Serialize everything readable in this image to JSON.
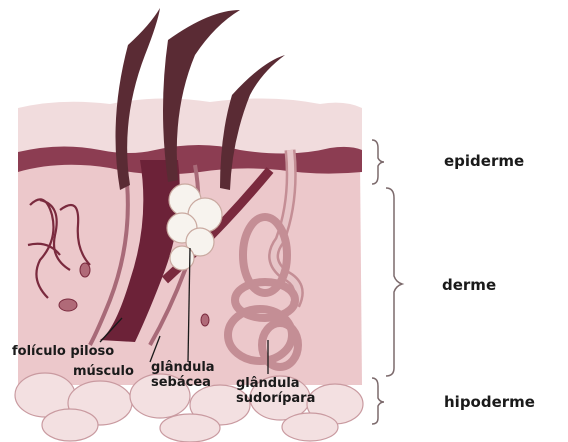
{
  "layers": {
    "epiderme": "epiderme",
    "derme": "derme",
    "hipoderme": "hipoderme"
  },
  "structures": {
    "foliculo_piloso": "folículo piloso",
    "musculo": "músculo",
    "glandula_sebacea": [
      "glândula",
      "sebácea"
    ],
    "glandula_sudoripara": [
      "glândula",
      "sudorípara"
    ]
  },
  "colors": {
    "epidermis_top": "#f1dcdd",
    "dermis": "#ecc8cb",
    "epidermis_band": "#8c3d52",
    "hair": "#5a2b34",
    "follicle_dark": "#6c2238",
    "sebaceous": "#f7f3ee",
    "sweat_gland": "#d9a9ad",
    "hypodermis": "#f3e0e1",
    "text": "#1a1a1a"
  }
}
